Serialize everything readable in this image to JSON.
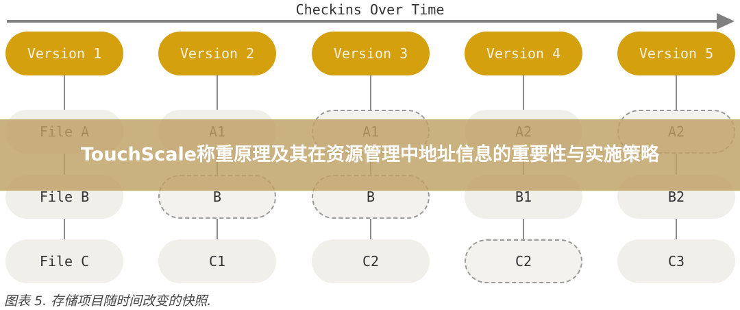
{
  "diagram": {
    "title": "Checkins Over Time",
    "columns": [
      {
        "version": "Version 1",
        "files": [
          {
            "label": "File A",
            "style": "solid"
          },
          {
            "label": "File B",
            "style": "solid"
          },
          {
            "label": "File C",
            "style": "solid"
          }
        ]
      },
      {
        "version": "Version 2",
        "files": [
          {
            "label": "A1",
            "style": "solid"
          },
          {
            "label": "B",
            "style": "dashed"
          },
          {
            "label": "C1",
            "style": "solid"
          }
        ]
      },
      {
        "version": "Version 3",
        "files": [
          {
            "label": "A1",
            "style": "dashed"
          },
          {
            "label": "B",
            "style": "dashed"
          },
          {
            "label": "C2",
            "style": "solid"
          }
        ]
      },
      {
        "version": "Version 4",
        "files": [
          {
            "label": "A2",
            "style": "solid"
          },
          {
            "label": "B1",
            "style": "solid"
          },
          {
            "label": "C2",
            "style": "dashed"
          }
        ]
      },
      {
        "version": "Version 5",
        "files": [
          {
            "label": "A2",
            "style": "dashed"
          },
          {
            "label": "B2",
            "style": "solid"
          },
          {
            "label": "C3",
            "style": "solid"
          }
        ]
      }
    ]
  },
  "banner": {
    "title": "TouchScale称重原理及其在资源管理中地址信息的重要性与实施策略"
  },
  "caption": "图表 5. 存储项目随时间改变的快照."
}
